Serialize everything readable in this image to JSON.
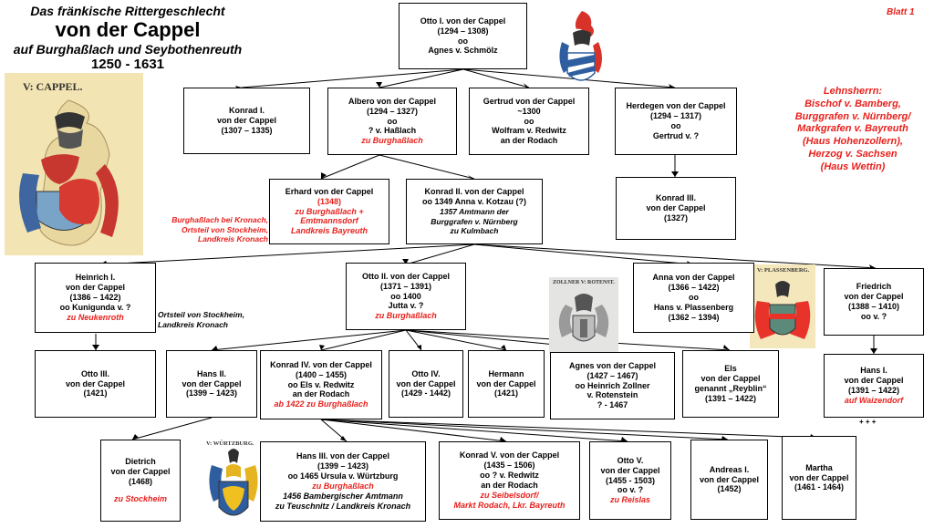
{
  "title": {
    "line1": "Das fränkische Rittergeschlecht",
    "line2": "von der Cappel",
    "line3": "auf Burghaßlach und Seybothenreuth",
    "line4": "1250 - 1631"
  },
  "sheet": "Blatt 1",
  "lehnsherrn": [
    "Lehnsherrn:",
    "Bischof v. Bamberg,",
    "Burggrafen v. Nürnberg/",
    "Markgrafen v. Bayreuth",
    "(Haus Hohenzollern),",
    "Herzog v. Sachsen",
    "(Haus Wettin)"
  ],
  "notes": {
    "burghasslach": [
      "Burghaßlach bei Kronach,",
      "Ortsteil von Stockheim,",
      "Landkreis Kronach"
    ],
    "ortsteil": [
      "Ortsteil von Stockheim,",
      "Landkreis Kronach"
    ],
    "plus": "+ + +"
  },
  "crests": {
    "cappel": "V: CAPPEL.",
    "zollner": "ZOLLNER V: ROTENST.",
    "plassenberg": "V: PLASSENBERG.",
    "wurzburg": "V: WÜRTZBURG."
  },
  "people": {
    "otto1": [
      "Otto I. von der Cappel",
      "(1294 – 1308)",
      "oo",
      "Agnes v. Schmölz"
    ],
    "konrad1": [
      "Konrad I.",
      "von der Cappel",
      "(1307 – 1335)"
    ],
    "albero": [
      "Albero von der Cappel",
      "(1294 – 1327)",
      "oo",
      "? v. Haßlach"
    ],
    "albero_place": "zu Burghaßlach",
    "gertrud": [
      "Gertrud von der Cappel",
      "~1300",
      "oo",
      "Wolfram v. Redwitz",
      "an der Rodach"
    ],
    "herdegen": [
      "Herdegen von der Cappel",
      "(1294 – 1317)",
      "oo",
      "Gertrud v. ?"
    ],
    "erhard": "Erhard von der Cappel",
    "erhard_red": [
      "(1348)",
      "zu Burghaßlach  +",
      "Emtmannsdorf",
      "Landkreis Bayreuth"
    ],
    "konrad2": [
      "Konrad II. von der Cappel",
      "oo 1349  Anna v. Kotzau (?)"
    ],
    "konrad2_it": [
      "1357 Amtmann der",
      "Burggrafen v. Nürnberg",
      "zu Kulmbach"
    ],
    "konrad3": [
      "Konrad III.",
      "von der Cappel",
      "(1327)"
    ],
    "heinrich1": [
      "Heinrich I.",
      "von der Cappel",
      "(1386 – 1422)",
      "oo Kunigunda v. ?"
    ],
    "heinrich1_place": "zu Neukenroth",
    "otto2": [
      "Otto II. von der Cappel",
      "(1371 – 1391)",
      "oo 1400",
      "Jutta v. ?"
    ],
    "otto2_place": "zu Burghaßlach",
    "anna": [
      "Anna von der Cappel",
      "(1366 – 1422)",
      "oo",
      "Hans v. Plassenberg",
      "(1362 – 1394)"
    ],
    "friedrich": [
      "Friedrich",
      "von der Cappel",
      "(1388 – 1410)",
      "oo  v. ?"
    ],
    "otto3": [
      "Otto III.",
      "von der Cappel",
      "(1421)"
    ],
    "hans2": [
      "Hans II.",
      "von der Cappel",
      "(1399 – 1423)"
    ],
    "konrad4": [
      "Konrad IV. von der Cappel",
      "(1400 – 1455)",
      "oo Els v. Redwitz",
      "an der Rodach"
    ],
    "konrad4_place": "ab 1422 zu Burghaßlach",
    "otto4": [
      "Otto IV.",
      "von der Cappel",
      "(1429 - 1442)"
    ],
    "hermann": [
      "Hermann",
      "von der Cappel",
      "(1421)"
    ],
    "agnes": [
      "Agnes von der Cappel",
      "(1427 – 1467)",
      "oo Heinrich Zollner",
      "v. Rotenstein",
      "? - 1467"
    ],
    "els": [
      "Els",
      "von der Cappel",
      "genannt „Reyblin“",
      "(1391 – 1422)"
    ],
    "hans1": [
      "Hans I.",
      "von der Cappel",
      "(1391 – 1422)"
    ],
    "hans1_place": "auf Waizendorf",
    "dietrich": [
      "Dietrich",
      "von der Cappel",
      "(1468)"
    ],
    "dietrich_place": "zu Stockheim",
    "hans3": [
      "Hans III. von der Cappel",
      "(1399 – 1423)",
      "oo 1465 Ursula v. Würtzburg"
    ],
    "hans3_place": "zu Burghaßlach",
    "hans3_it": [
      "1456 Bambergischer  Amtmann",
      "zu Teuschnitz  / Landkreis Kronach"
    ],
    "konrad5": [
      "Konrad V. von der Cappel",
      "(1435 – 1506)",
      "oo ? v. Redwitz",
      "an der Rodach"
    ],
    "konrad5_place": [
      "zu Seibelsdorf/",
      "Markt Rodach,  Lkr. Bayreuth"
    ],
    "otto5": [
      "Otto V.",
      "von der Cappel",
      "(1455 - 1503)",
      "oo v. ?"
    ],
    "otto5_place": "zu Reislas",
    "andreas": [
      "Andreas I.",
      "von der Cappel",
      "(1452)"
    ],
    "martha": [
      "Martha",
      "von der Cappel",
      "(1461 - 1464)"
    ]
  }
}
